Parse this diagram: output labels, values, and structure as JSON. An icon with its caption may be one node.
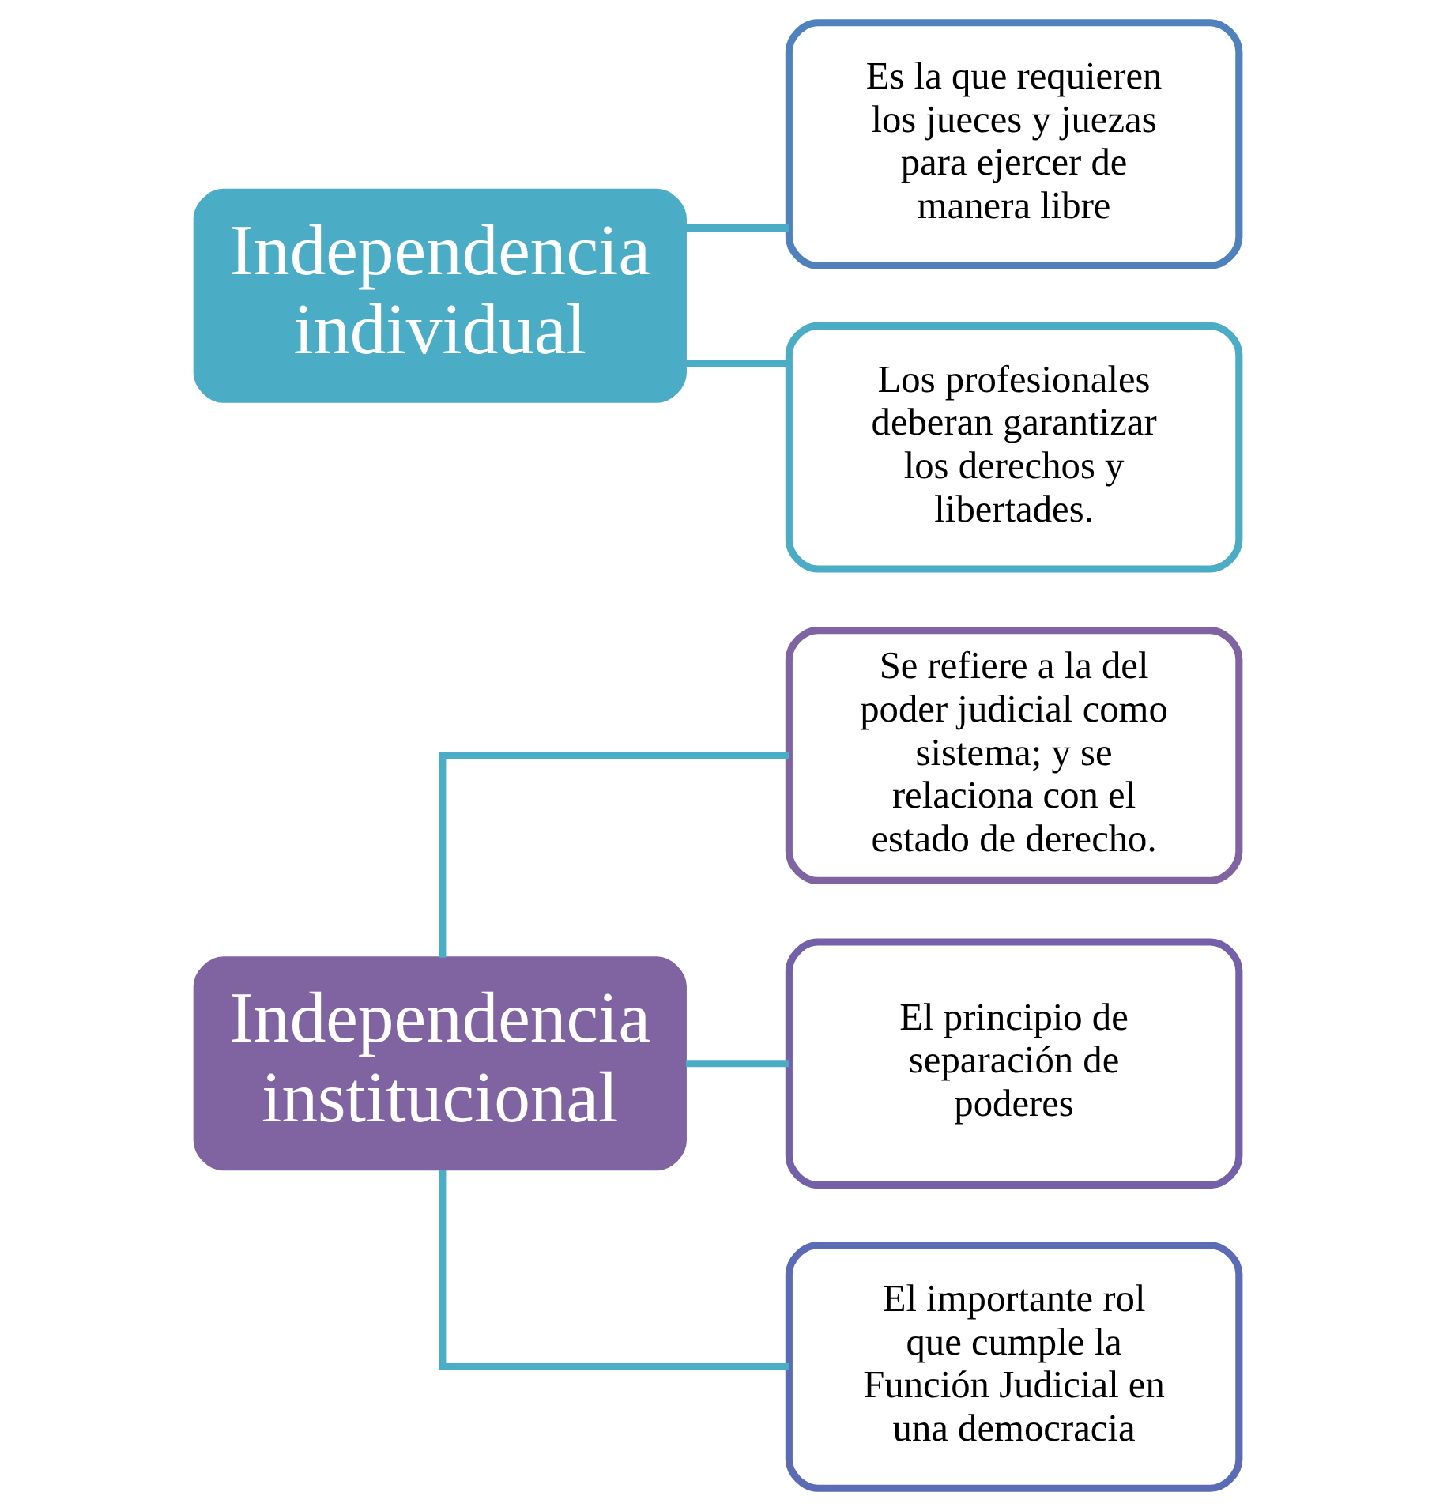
{
  "diagram": {
    "nodes": [
      {
        "text": [
          "Independencia institucional"
        ]
      },
      {
        "text": [
          "Se refiere a la del poder judicial como sistema; y se relaciona con el estado de derecho."
        ]
      },
      {
        "text": [
          "El principio de separación de poderes"
        ]
      },
      {
        "text": [
          "El importante rol que cumple la Función Judicial en una democracia"
        ]
      },
      {
        "text": [
          "Independencia individual"
        ]
      },
      {
        "text": [
          "Es la que requieren los jueces y juezas para ejercer de manera libre"
        ]
      },
      {
        "text": [
          "Los profesionales deberan garantizar los derechos y libertades."
        ]
      }
    ],
    "edges": [
      {
        "from": 0,
        "to": 1,
        "arrow": "none"
      },
      {
        "from": 0,
        "to": 2,
        "arrow": "none"
      },
      {
        "from": 0,
        "to": 3,
        "arrow": "none"
      },
      {
        "from": 4,
        "to": 5,
        "arrow": "none"
      },
      {
        "from": 4,
        "to": 6,
        "arrow": "none"
      }
    ]
  }
}
